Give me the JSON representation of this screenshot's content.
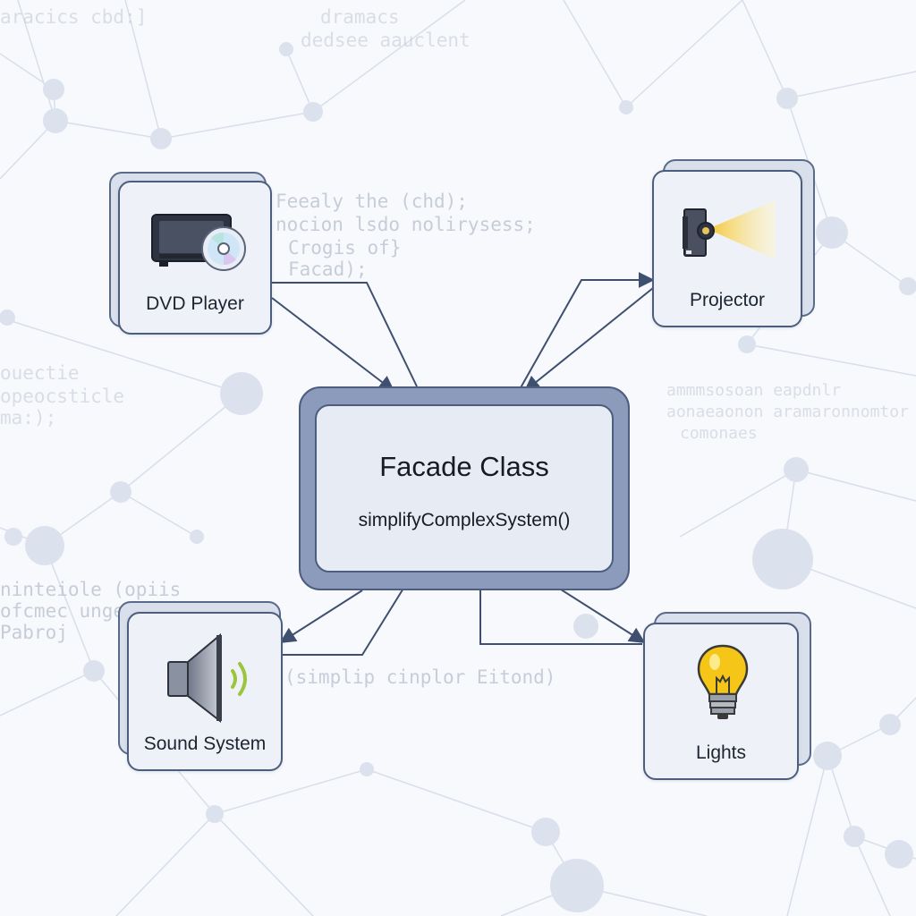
{
  "facade": {
    "title": "Facade Class",
    "method": "simplifyComplexSystem()"
  },
  "components": [
    {
      "id": "dvd",
      "label": "DVD Player",
      "icon": "dvd-player-icon"
    },
    {
      "id": "projector",
      "label": "Projector",
      "icon": "projector-icon"
    },
    {
      "id": "sound",
      "label": "Sound System",
      "icon": "speaker-icon"
    },
    {
      "id": "lights",
      "label": "Lights",
      "icon": "light-bulb-icon"
    }
  ],
  "background_code": [
    "aracics cbd:]",
    "dramacs",
    "dedsee aauclent",
    "Feealy the (chd);",
    "nocion lsdo nolirysess;",
    "Crogis of}",
    "Facad);",
    "ouectie",
    "opeocsticle",
    "ma:);",
    "ammmsosoan eapdnlr",
    "aonaeaonon aramaronnomtor",
    "comonaes",
    "ninteiole (opiis",
    "ofcmec ungep",
    "Pabroj",
    "(simplip cinplor Eitond)"
  ],
  "colors": {
    "border": "#4d5d7d",
    "card_fill": "#eef2f8",
    "facade_frame": "#8c9abb",
    "arrow": "#3f4f70",
    "network": "#d3dbe8"
  }
}
